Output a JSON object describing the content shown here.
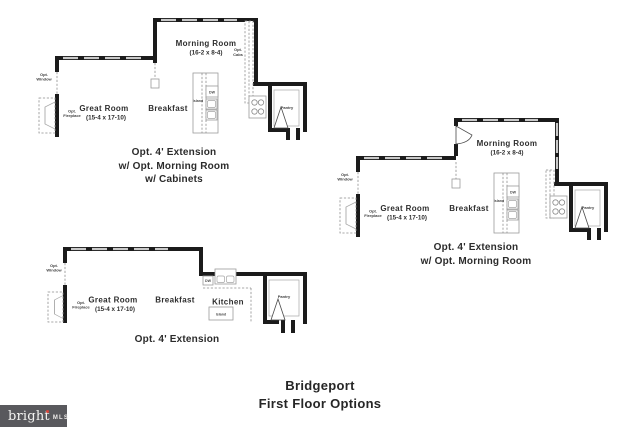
{
  "sheet": {
    "title_line1": "Bridgeport",
    "title_line2": "First Floor Options"
  },
  "logo": {
    "brand": "bright",
    "suffix": "MLS",
    "background": "#59595d",
    "dot_color": "#d9453a"
  },
  "colors": {
    "wall": "#1b1b1b",
    "window_fill": "#c9c9c9",
    "text": "#2e2e2e"
  },
  "plans": [
    {
      "caption": [
        "Opt. 4' Extension",
        "w/ Opt. Morning Room",
        "w/ Cabinets"
      ],
      "labels": {
        "morning_room": "Morning Room",
        "morning_room_dims": "(16-2 x 8-4)",
        "great_room": "Great Room",
        "great_room_dims": "(15-4 x 17-10)",
        "breakfast": "Breakfast",
        "pantry": "Pantry",
        "dw": "DW",
        "island": "Island",
        "opt_window_line1": "Opt.",
        "opt_window_line2": "Window",
        "opt_fireplace_line1": "Opt.",
        "opt_fireplace_line2": "Fireplace",
        "opt_cabs_line1": "Opt.",
        "opt_cabs_line2": "Cabs"
      }
    },
    {
      "caption": [
        "Opt. 4' Extension",
        "w/ Opt. Morning Room"
      ],
      "labels": {
        "morning_room": "Morning Room",
        "morning_room_dims": "(16-2 x 8-4)",
        "great_room": "Great Room",
        "great_room_dims": "(15-4 x 17-10)",
        "breakfast": "Breakfast",
        "pantry": "Pantry",
        "dw": "DW",
        "island": "Island",
        "opt_window_line1": "Opt.",
        "opt_window_line2": "Window",
        "opt_fireplace_line1": "Opt.",
        "opt_fireplace_line2": "Fireplace"
      }
    },
    {
      "caption": [
        "Opt. 4' Extension"
      ],
      "labels": {
        "great_room": "Great Room",
        "great_room_dims": "(15-4 x 17-10)",
        "breakfast": "Breakfast",
        "kitchen": "Kitchen",
        "pantry": "Pantry",
        "dw": "DW",
        "island": "Island",
        "opt_window_line1": "Opt.",
        "opt_window_line2": "Window",
        "opt_fireplace_line1": "Opt.",
        "opt_fireplace_line2": "Fireplace"
      }
    }
  ]
}
